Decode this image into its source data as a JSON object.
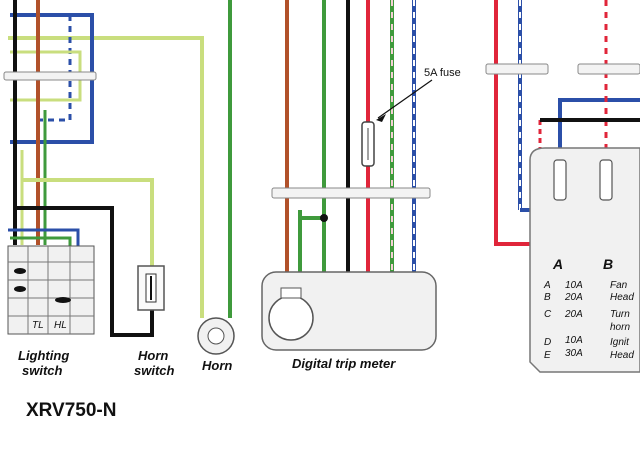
{
  "diagram": {
    "model_title": "XRV750-N",
    "components": {
      "lighting_switch": {
        "label_line1": "Lighting",
        "label_line2": "switch",
        "mini_labels": [
          "TL",
          "HL"
        ]
      },
      "horn_switch": {
        "label_line1": "Horn",
        "label_line2": "switch"
      },
      "horn": {
        "label": "Horn"
      },
      "trip_meter": {
        "label": "Digital trip meter"
      },
      "fuse_callout": {
        "label": "5A fuse"
      }
    },
    "fuse_table": {
      "headers": [
        "A",
        "B"
      ],
      "rows": [
        {
          "key": "A",
          "rating": "10A",
          "circuit": "Fan"
        },
        {
          "key": "B",
          "rating": "20A",
          "circuit": "Head"
        },
        {
          "key": "C",
          "rating": "20A",
          "circuit": "Turn"
        },
        {
          "key": "",
          "rating": "",
          "circuit": "horn"
        },
        {
          "key": "D",
          "rating": "10A",
          "circuit": "Ignit"
        },
        {
          "key": "E",
          "rating": "30A",
          "circuit": "Head"
        }
      ]
    },
    "wire_colors": {
      "blue": "#2b4fa8",
      "light_green": "#c9de7e",
      "green": "#3f9a3c",
      "brown": "#b1512a",
      "red": "#e0253a",
      "black": "#111111",
      "pink": "#f2a1ad",
      "white": "#ffffff"
    }
  }
}
